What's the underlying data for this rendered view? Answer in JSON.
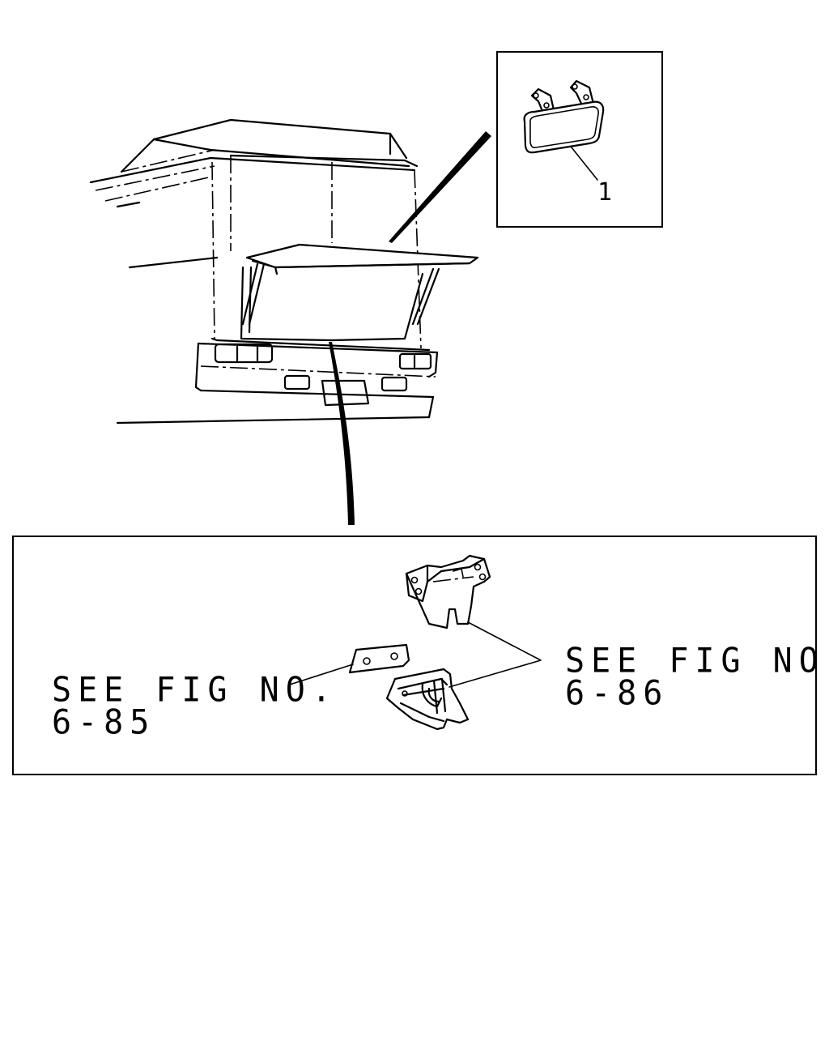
{
  "diagram": {
    "callout_part": "1",
    "ref_left": {
      "line1": "SEE FIG NO.",
      "line2": "6-85"
    },
    "ref_right": {
      "line1": "SEE FIG NO.",
      "line2": "6-86"
    }
  }
}
